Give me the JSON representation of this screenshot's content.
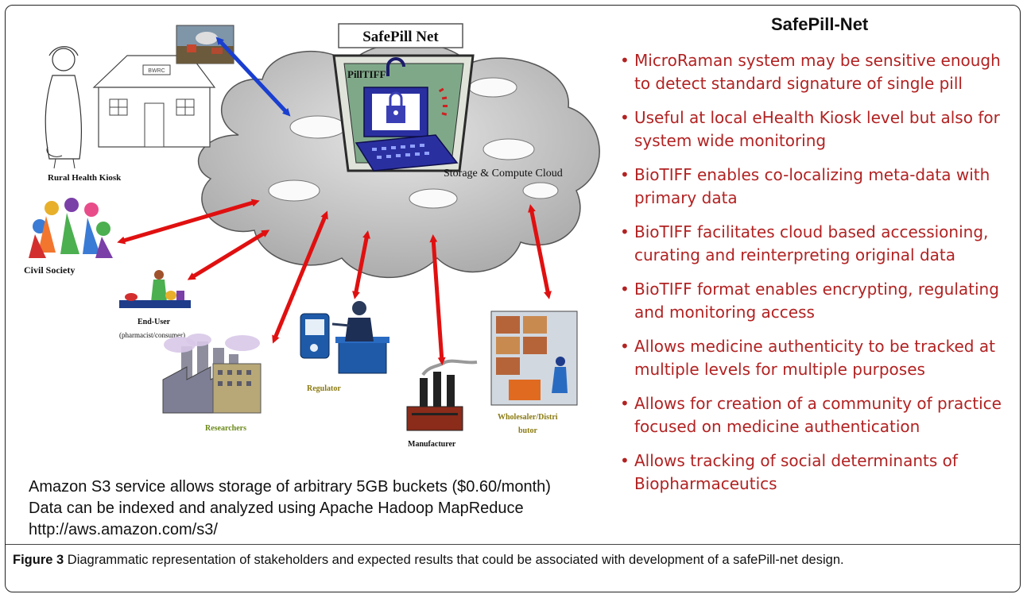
{
  "diagram": {
    "box_title": "SafePill Net",
    "pilltiff_label": "PillTIFF",
    "cloud_label": "Storage & Compute Cloud",
    "stakeholders": {
      "rural_health_kiosk": "Rural Health Kiosk",
      "civil_society": "Civil Society",
      "end_user_line1": "End-User",
      "end_user_line2": "(pharmacist/consumer)",
      "researchers": "Researchers",
      "regulator": "Regulator",
      "manufacturer": "Manufacturer",
      "wholesaler_line1": "Wholesaler/Distri",
      "wholesaler_line2": "butor"
    },
    "kiosk_sign": "BWRC"
  },
  "right_panel": {
    "title": "SafePill-Net",
    "bullets": [
      "MicroRaman system may be sensitive enough to detect standard signature of single pill",
      "Useful at local eHealth Kiosk level but also for system wide monitoring",
      "BioTIFF enables co-localizing meta-data with primary data",
      "BioTIFF facilitates cloud based accessioning, curating and reinterpreting original data",
      "BioTIFF format enables encrypting, regulating and monitoring access",
      "Allows medicine authenticity to be tracked at multiple levels for multiple purposes",
      "Allows for creation of a community of practice focused on medicine authentication",
      "Allows  tracking of social determinants of Biopharmaceutics"
    ]
  },
  "note": {
    "line1": "Amazon S3 service allows storage of arbitrary 5GB buckets ($0.60/month)",
    "line2": "Data can be indexed and analyzed using Apache Hadoop MapReduce",
    "line3": "http://aws.amazon.com/s3/"
  },
  "caption": {
    "label": "Figure 3",
    "text": " Diagrammatic representation of stakeholders and expected results that could be associated with development of a safePill-net design."
  },
  "colors": {
    "bullet_text": "#b22222",
    "arrow_red": "#e01010",
    "arrow_blue": "#1a3fd0",
    "cloud": "#c8c8c8",
    "computer": "#2a2fa0",
    "regulator_label": "#8a7a10",
    "researchers_label": "#6b8a1a",
    "wholesaler_label": "#8a7a10"
  }
}
